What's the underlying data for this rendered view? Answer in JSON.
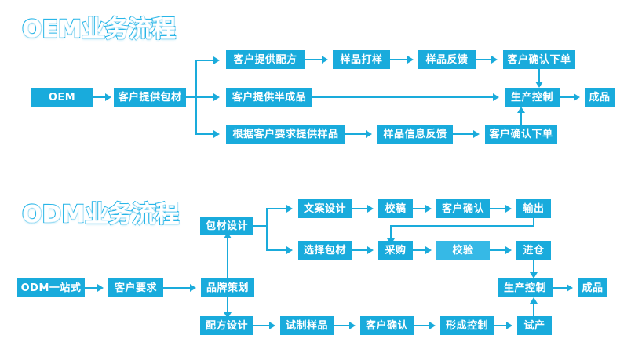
{
  "diagram": {
    "type": "flowchart",
    "accent_color": "#19abdc",
    "accent_light_color": "#36b9e6",
    "background": "#ffffff",
    "title_stroke_color": "#29b6e8"
  },
  "sections": [
    {
      "id": "oem",
      "title": "OEM业务流程",
      "nodes": {
        "start": "OEM",
        "packaging": "客户提供包材",
        "branch_a_1": "客户提供配方",
        "branch_a_2": "样品打样",
        "branch_a_3": "样品反馈",
        "branch_a_4": "客户确认下单",
        "branch_b_1": "客户提供半成品",
        "branch_c_1": "根据客户要求提供样品",
        "branch_c_2": "样品信息反馈",
        "branch_c_3": "客户确认下单",
        "production": "生产控制",
        "finished": "成品"
      }
    },
    {
      "id": "odm",
      "title": "ODM业务流程",
      "nodes": {
        "start": "ODM一站式",
        "requirement": "客户要求",
        "branding": "品牌策划",
        "package_design": "包材设计",
        "copy_design": "文案设计",
        "proofreading": "校稿",
        "customer_confirm_top": "客户确认",
        "output": "输出",
        "select_package": "选择包材",
        "purchase": "采购",
        "verify": "校验",
        "warehouse": "进仓",
        "formula_design": "配方设计",
        "trial_sample": "试制样品",
        "customer_confirm_bottom": "客户确认",
        "form_control": "形成控制",
        "trial_production": "试产",
        "production": "生产控制",
        "finished": "成品"
      }
    }
  ]
}
